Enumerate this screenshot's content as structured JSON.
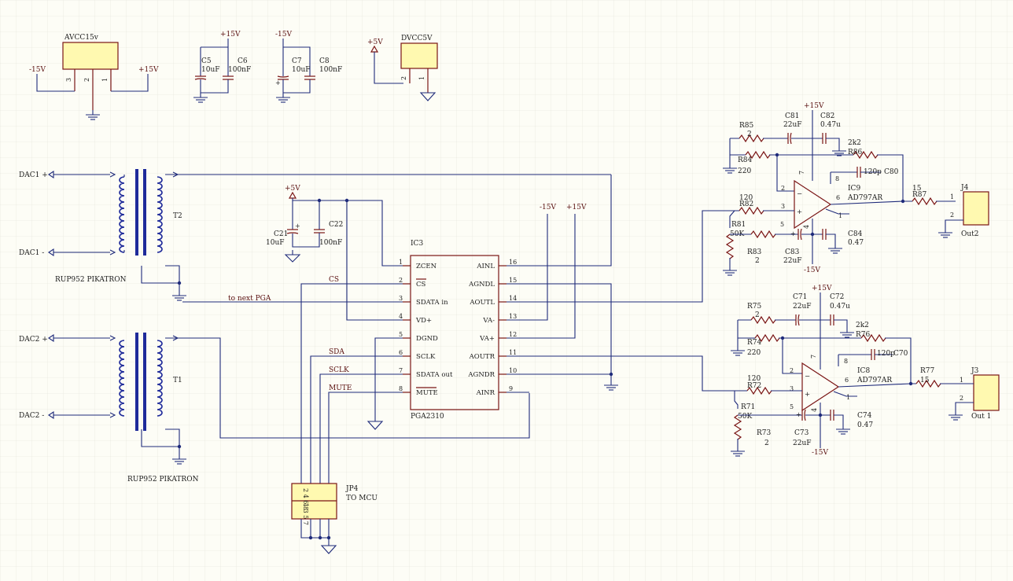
{
  "labels": {
    "avcc15v": "AVCC15v",
    "dvcc5v": "DVCC5V",
    "m15v_left": "-15V",
    "p15v_left": "+15V",
    "p15v_c5": "+15V",
    "m15v_c7": "-15V",
    "p5v_top": "+5V",
    "c5": "C5",
    "c5v": "10uF",
    "c6": "C6",
    "c6v": "100nF",
    "c7": "C7",
    "c7v": "10uF",
    "c8": "C8",
    "c8v": "100nF",
    "dac1p": "DAC1 +",
    "dac1m": "DAC1 -",
    "dac2p": "DAC2 +",
    "dac2m": "DAC2 -",
    "t2": "T2",
    "t1": "T1",
    "rup_top": "RUP952 PIKATRON",
    "rup_bot": "RUP952 PIKATRON",
    "p5v_ic": "+5V",
    "c21": "C21",
    "c21v": "10uF",
    "c22": "C22",
    "c22v": "100nF",
    "ic3": "IC3",
    "pga": "PGA2310",
    "m15v_ic": "-15V",
    "p15v_ic": "+15V",
    "cs": "CS",
    "sda": "SDA",
    "sclk": "SCLK",
    "mute": "MUTE",
    "tonext": "to next PGA",
    "jp4": "JP4",
    "tomcu": "TO MCU",
    "r85": "R85",
    "r85v": "2",
    "r84": "R84",
    "r84v": "220",
    "c81": "C81",
    "c81v": "22uF",
    "c82": "C82",
    "c82v": "0.47u",
    "p15v_ic9": "+15V",
    "r86v": "2k2",
    "r86": "R86",
    "c80v": "120p",
    "c80": "C80",
    "ic9": "IC9",
    "ad797a": "AD797AR",
    "r82v": "120",
    "r82": "R82",
    "r87v": "15",
    "r87": "R87",
    "j4": "J4",
    "out2": "Out2",
    "r81": "R81",
    "r81v": "50K",
    "r83": "R83",
    "r83v": "2",
    "c83": "C83",
    "c83v": "22uF",
    "c84": "C84",
    "c84v": "0.47",
    "m15v_ic9": "-15V",
    "p15v_ic8": "+15V",
    "r75": "R75",
    "r75v": "2",
    "c71": "C71",
    "c71v": "22uF",
    "c72": "C72",
    "c72v": "0.47u",
    "r76v": "2k2",
    "r76": "R76",
    "r74": "R74",
    "r74v": "220",
    "c70v": "120p",
    "c70": "C70",
    "ic8": "IC8",
    "ad797b": "AD797AR",
    "r72v": "120",
    "r72": "R72",
    "r77": "R77",
    "r77v": "15",
    "j3": "J3",
    "out1": "Out 1",
    "r71": "R71",
    "r71v": "50K",
    "r73": "R73",
    "r73v": "2",
    "c73": "C73",
    "c73v": "22uF",
    "c74": "C74",
    "c74v": "0.47",
    "m15v_ic8": "-15V"
  },
  "pga_pins_left": [
    {
      "num": "1",
      "name": "ZCEN"
    },
    {
      "num": "2",
      "name": "CS"
    },
    {
      "num": "3",
      "name": "SDATA in"
    },
    {
      "num": "4",
      "name": "VD+"
    },
    {
      "num": "5",
      "name": "DGND"
    },
    {
      "num": "6",
      "name": "SCLK"
    },
    {
      "num": "7",
      "name": "SDATA out"
    },
    {
      "num": "8",
      "name": "MUTE"
    }
  ],
  "pga_pins_right": [
    {
      "num": "16",
      "name": "AINL"
    },
    {
      "num": "15",
      "name": "AGNDL"
    },
    {
      "num": "14",
      "name": "AOUTL"
    },
    {
      "num": "13",
      "name": "VA-"
    },
    {
      "num": "12",
      "name": "VA+"
    },
    {
      "num": "11",
      "name": "AOUTR"
    },
    {
      "num": "10",
      "name": "AGNDR"
    },
    {
      "num": "9",
      "name": "AINR"
    }
  ],
  "reg_pins": [
    "3",
    "2",
    "1"
  ],
  "dvcc_pins": [
    "2",
    "1"
  ],
  "jp4_top_pins": "2 4 6 8",
  "jp4_bot_pins": "1 3 5 7",
  "opamp_pins": {
    "ic9": {
      "inv": "2",
      "noninv": "3",
      "out": "6",
      "vp": "7",
      "vn": "4",
      "p8": "8",
      "p1": "1",
      "p5": "5"
    },
    "ic8": {
      "inv": "2",
      "noninv": "3",
      "out": "6",
      "vp": "7",
      "vn": "4",
      "p8": "8",
      "p1": "1",
      "p5": "5"
    }
  },
  "jack_pins": {
    "j4_1": "1",
    "j4_2": "2",
    "j3_1": "1",
    "j3_2": "2"
  },
  "colors": {
    "wire": "#1e2a7a",
    "part": "#7a1515",
    "body": "#fff9b0",
    "grid": "#e3e3d8",
    "background": "#fdfdf6"
  }
}
